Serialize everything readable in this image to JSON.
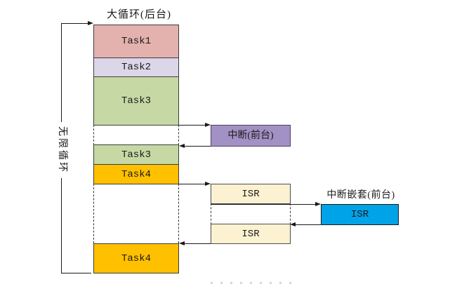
{
  "diagram": {
    "title": "大循环(后台)",
    "infinite_loop_label": "无限循环",
    "column_segments": [
      {
        "label": "Task1",
        "color": "#E3B1AE"
      },
      {
        "label": "Task2",
        "color": "#DCD6E9"
      },
      {
        "label": "Task3",
        "color": "#C6D9A4"
      },
      {
        "label": "Task3",
        "color": "#C6D9A4"
      },
      {
        "label": "Task4",
        "color": "#FFC000"
      },
      {
        "label": "Task4",
        "color": "#FFC000"
      }
    ],
    "foreground": {
      "interrupt_box": {
        "label": "中断(前台)",
        "color": "#A291C4"
      },
      "isr_boxes": [
        {
          "label": "ISR",
          "color": "#FCF2D2"
        },
        {
          "label": "ISR",
          "color": "#FCF2D2"
        }
      ],
      "nested": {
        "caption": "中断嵌套(前台)",
        "isr_box": {
          "label": "ISR",
          "color": "#00A2E8"
        }
      }
    },
    "line_color": "#1A1A1A"
  }
}
